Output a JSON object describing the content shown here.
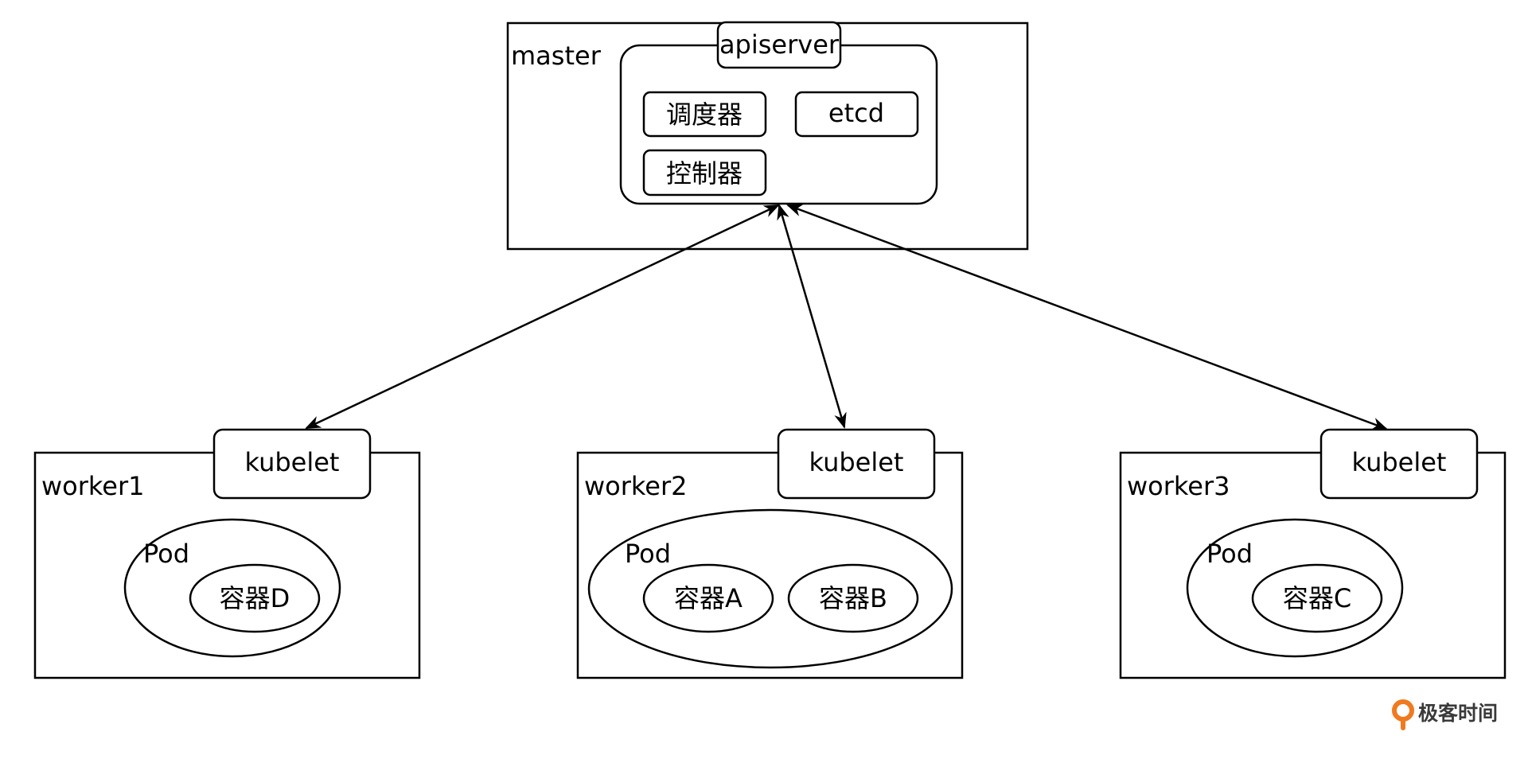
{
  "master": {
    "label": "master",
    "apiserver": "apiserver",
    "components": [
      "调度器",
      "etcd",
      "控制器"
    ]
  },
  "workers": [
    {
      "label": "worker1",
      "agent": "kubelet",
      "pod": "Pod",
      "containers": [
        "容器D"
      ]
    },
    {
      "label": "worker2",
      "agent": "kubelet",
      "pod": "Pod",
      "containers": [
        "容器A",
        "容器B"
      ]
    },
    {
      "label": "worker3",
      "agent": "kubelet",
      "pod": "Pod",
      "containers": [
        "容器C"
      ]
    }
  ],
  "watermark": "极客时间"
}
